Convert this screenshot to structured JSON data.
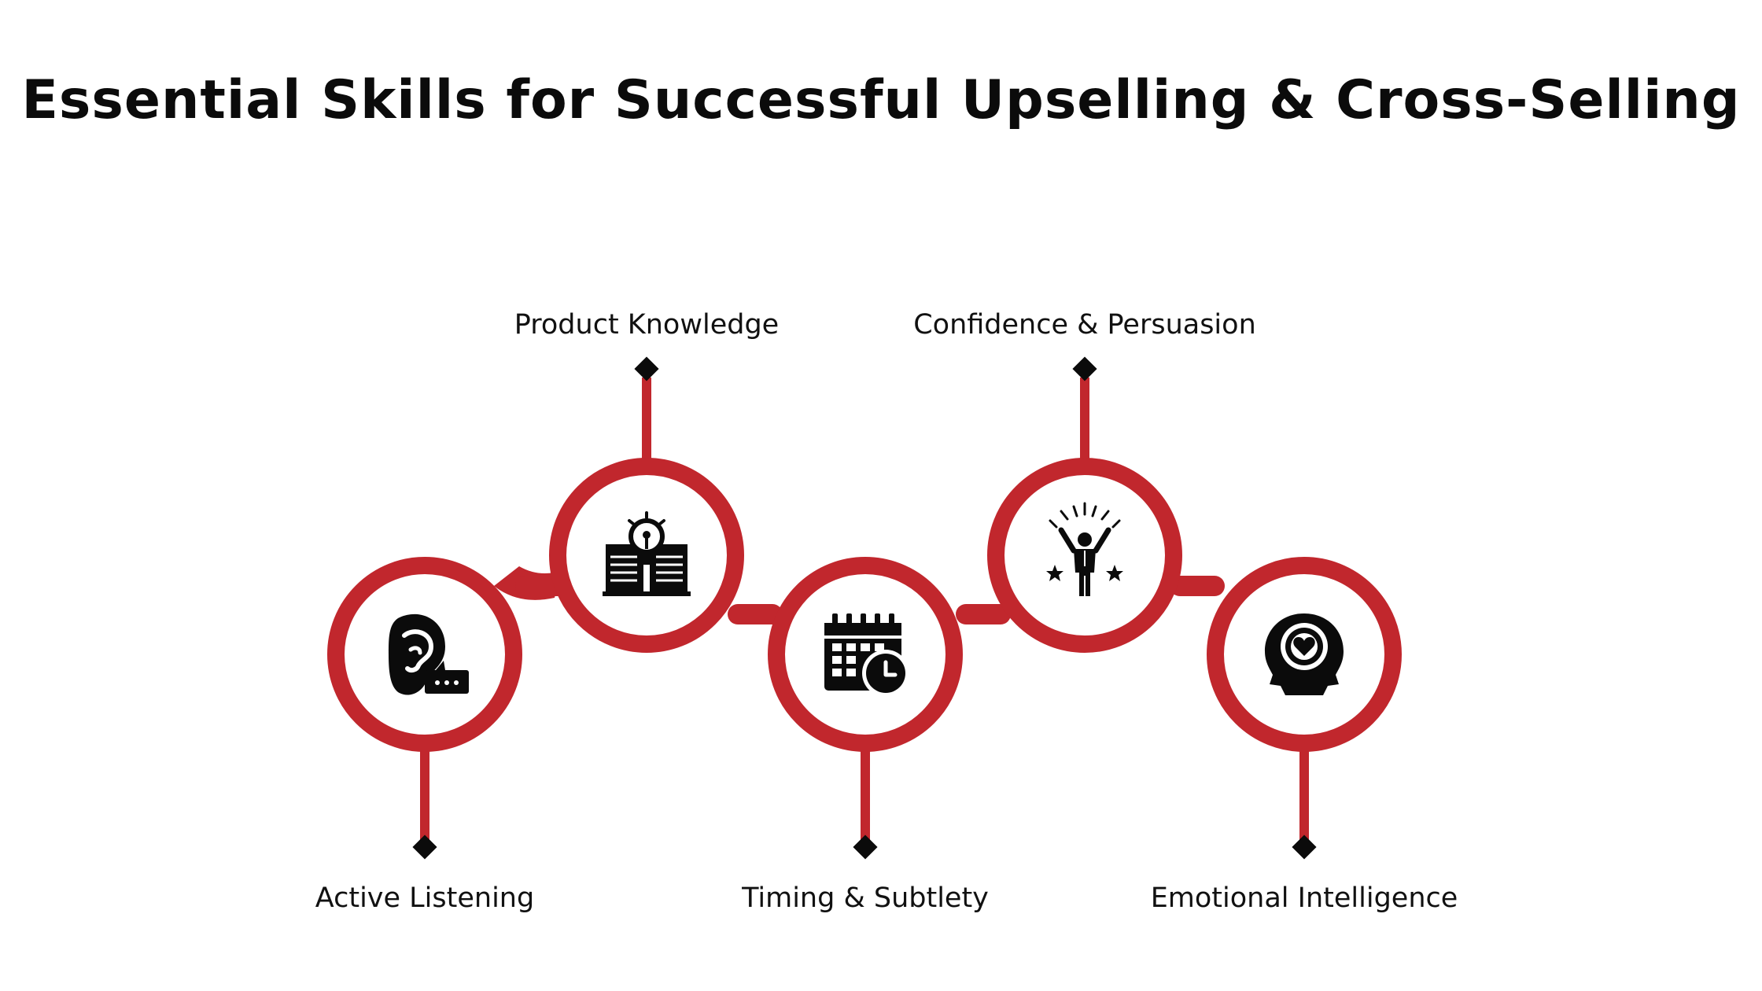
{
  "title": "Essential Skills for Successful Upselling & Cross-Selling",
  "colors": {
    "accent": "#C1272D",
    "icon": "#0b0b0b",
    "text": "#111111",
    "background": "#ffffff"
  },
  "skills": [
    {
      "label": "Active Listening",
      "icon": "ear-speech-icon",
      "position": "bottom"
    },
    {
      "label": "Product Knowledge",
      "icon": "book-lightbulb-icon",
      "position": "top"
    },
    {
      "label": "Timing & Subtlety",
      "icon": "calendar-clock-icon",
      "position": "bottom"
    },
    {
      "label": "Confidence & Persuasion",
      "icon": "celebrating-person-icon",
      "position": "top"
    },
    {
      "label": "Emotional Intelligence",
      "icon": "head-heart-icon",
      "position": "bottom"
    }
  ]
}
